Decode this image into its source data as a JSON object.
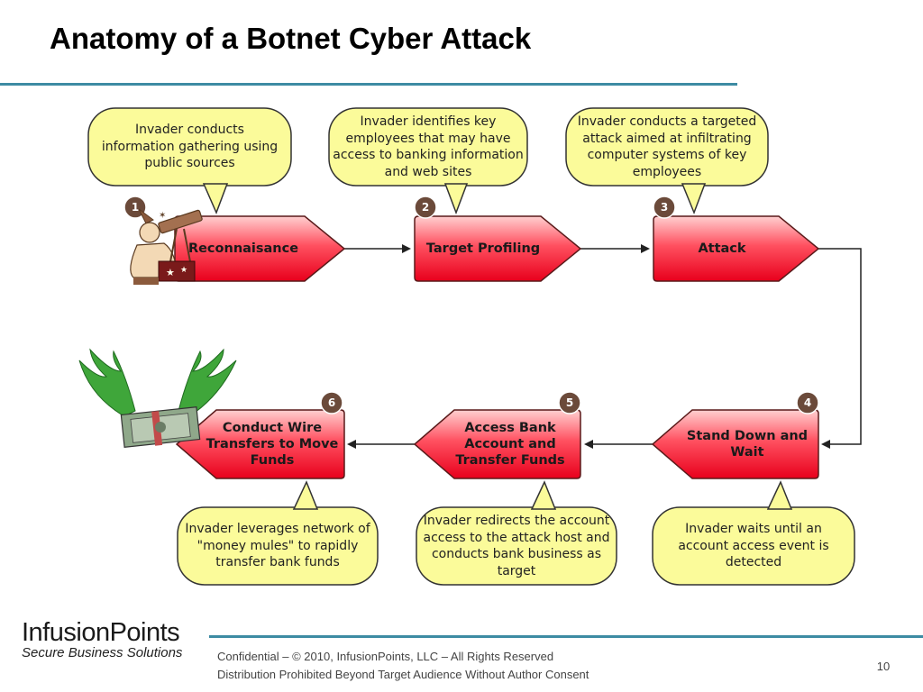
{
  "slide": {
    "title": "Anatomy of a Botnet Cyber Attack",
    "accent_color": "#3d8ba3",
    "step_fill_top": "#ffd0d0",
    "step_fill_bottom": "#e8001c",
    "callout_fill": "#fbfb9a",
    "badge_color": "#6b4a3a"
  },
  "steps": [
    {
      "number": "1",
      "label": "Reconnaisance"
    },
    {
      "number": "2",
      "label": "Target Profiling"
    },
    {
      "number": "3",
      "label": "Attack"
    },
    {
      "number": "4",
      "label": "Stand Down and Wait"
    },
    {
      "number": "5",
      "label": "Access Bank Account and Transfer Funds"
    },
    {
      "number": "6",
      "label": "Conduct Wire Transfers to Move Funds"
    }
  ],
  "callouts": [
    {
      "text": "Invader conducts information gathering using public sources"
    },
    {
      "text": "Invader identifies key employees that may have access to banking information and web sites"
    },
    {
      "text": "Invader conducts a targeted attack aimed at infiltrating computer systems of key employees"
    },
    {
      "text": "Invader waits until an account access event is detected"
    },
    {
      "text": "Invader redirects the account access to the attack host and conducts bank business as target"
    },
    {
      "text": "Invader leverages network of \"money mules\" to rapidly transfer bank funds"
    }
  ],
  "illustrations": {
    "step1": "astronomer-telescope-icon",
    "step6": "winged-money-icon"
  },
  "footer": {
    "logo_name": "InfusionPoints",
    "logo_tagline": "Secure Business Solutions",
    "line1": "Confidential – © 2010, InfusionPoints, LLC – All Rights Reserved",
    "line2": "Distribution Prohibited Beyond Target Audience Without Author Consent",
    "page_number": "10"
  }
}
